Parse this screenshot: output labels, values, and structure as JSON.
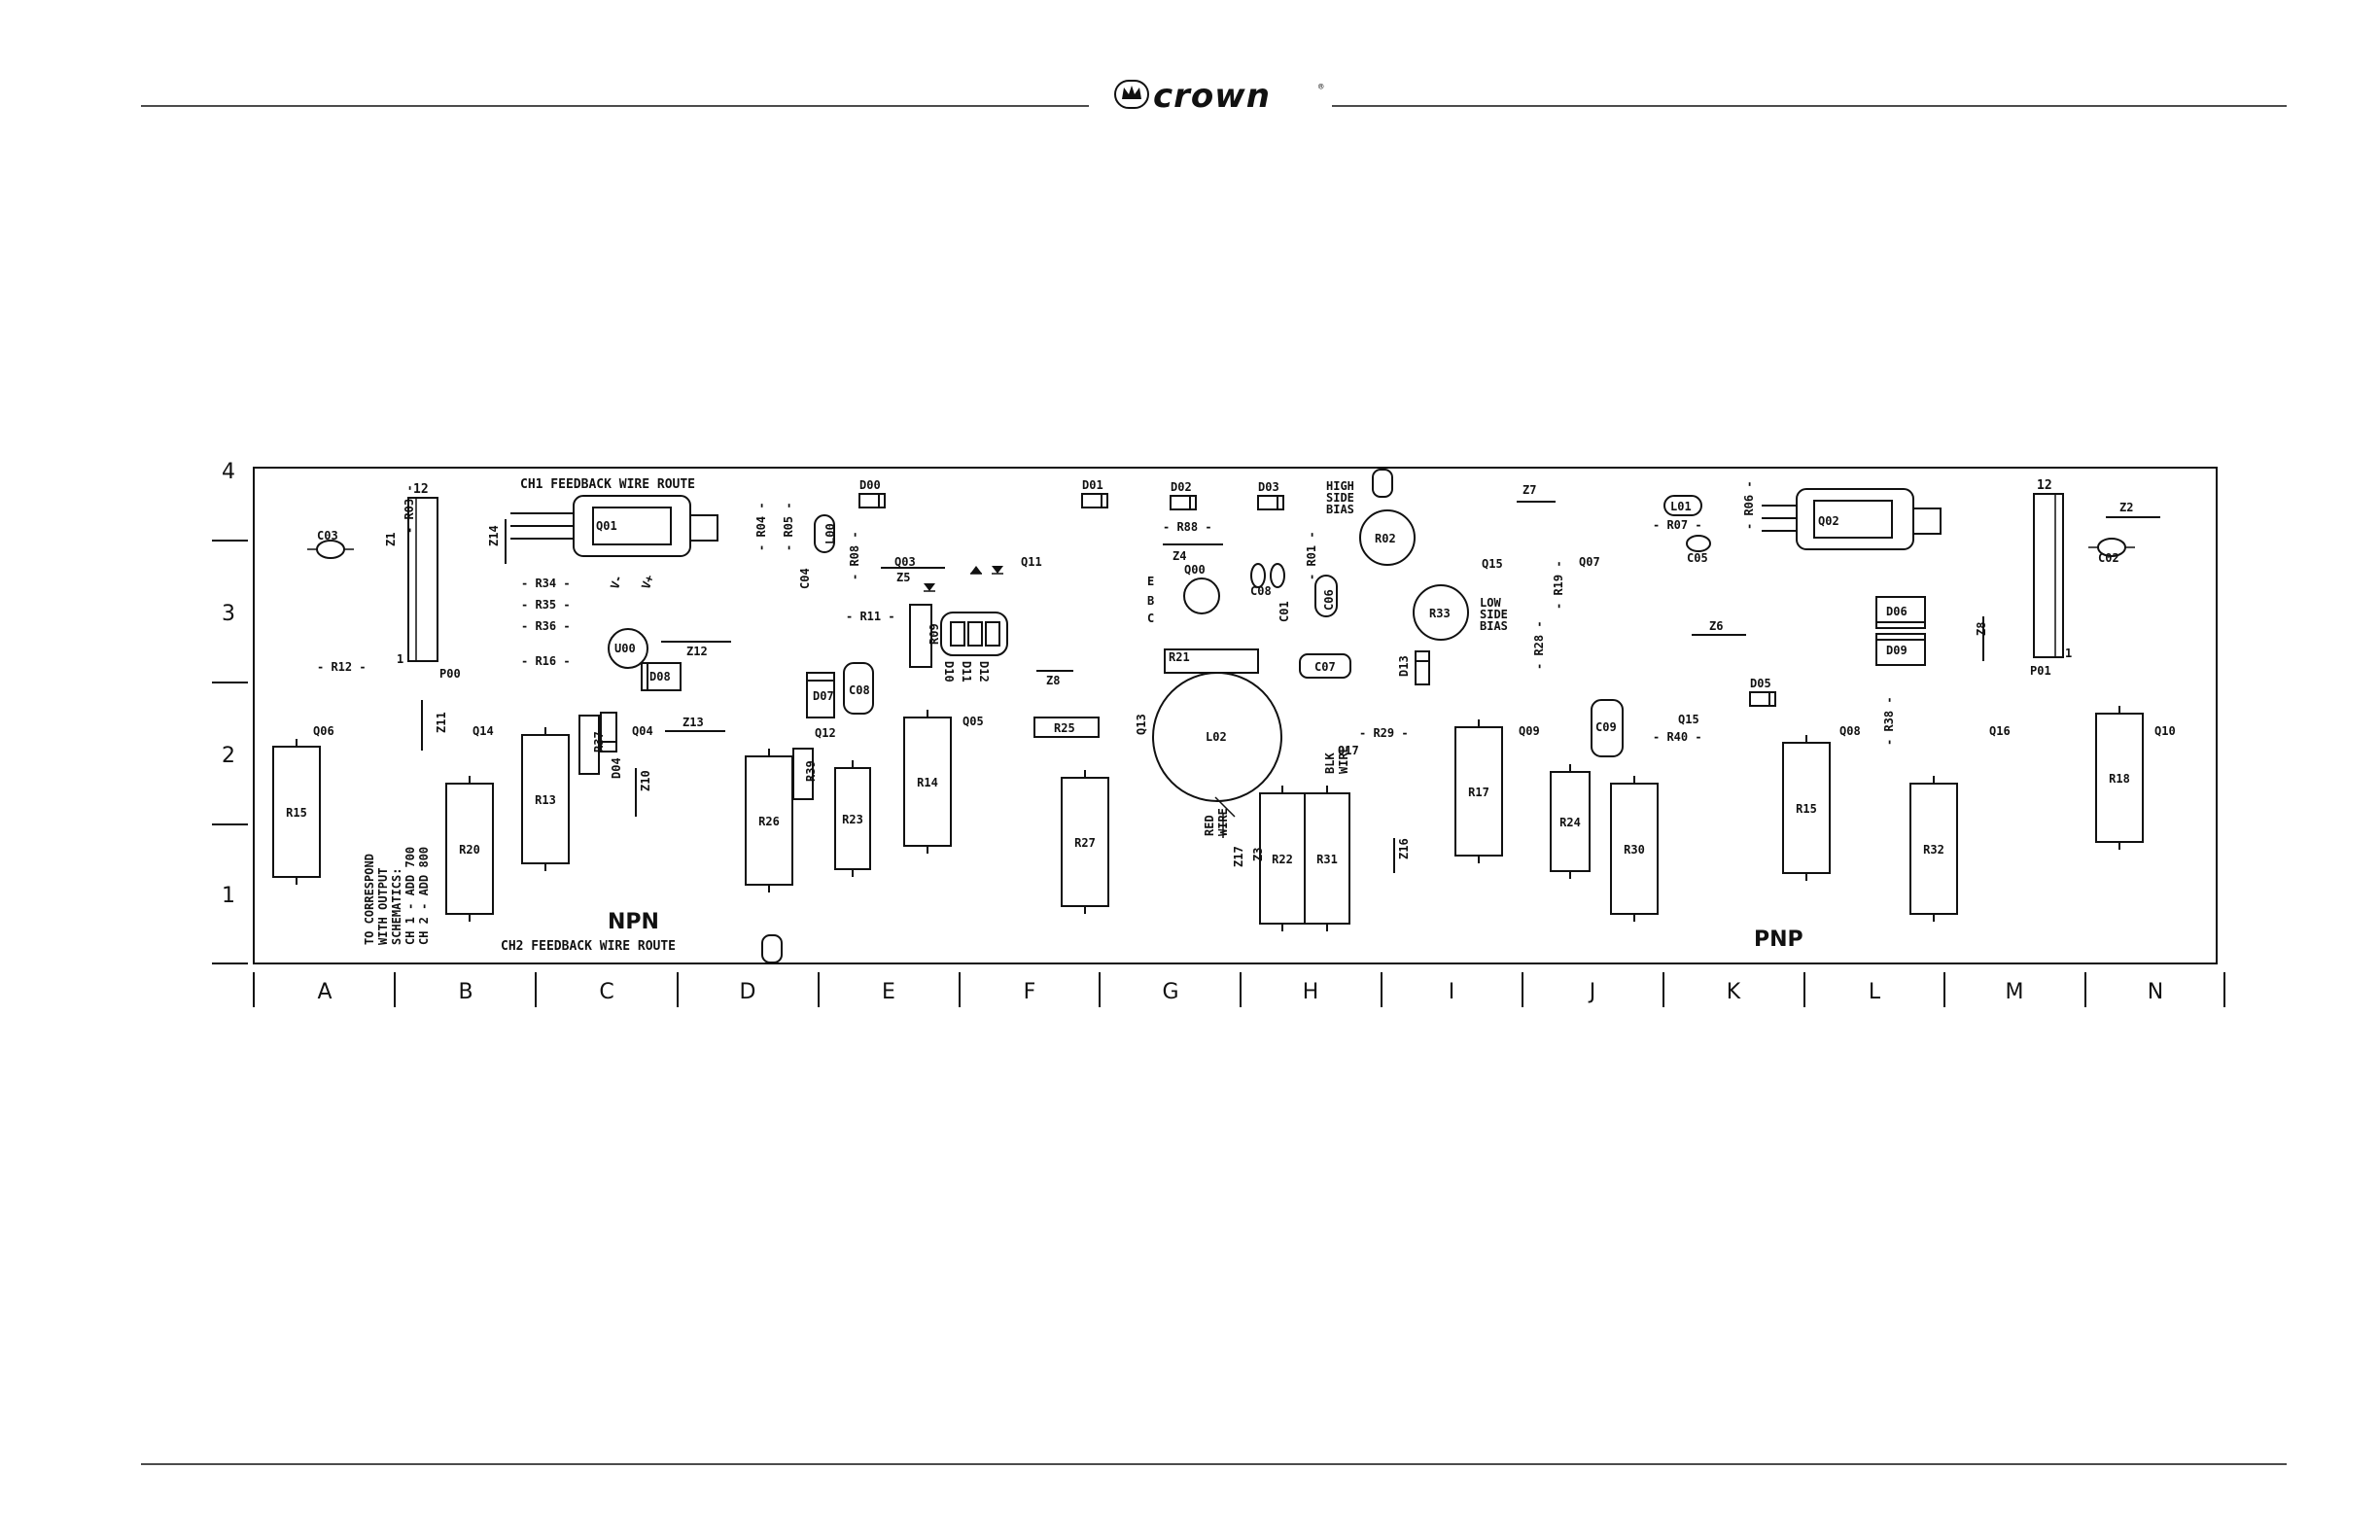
{
  "brand": {
    "name": "crown"
  },
  "labels": {
    "ch1_route": "CH1 FEEDBACK WIRE ROUTE",
    "ch2_route": "CH2 FEEDBACK WIRE ROUTE",
    "npn": "NPN",
    "pnp": "PNP",
    "high_side_1": "HIGH",
    "high_side_2": "SIDE",
    "high_side_3": "BIAS",
    "low_side_1": "LOW",
    "low_side_2": "SIDE",
    "low_side_3": "BIAS",
    "red_wire_1": "RED",
    "red_wire_2": "WIRE",
    "blk_wire_1": "BLK",
    "blk_wire_2": "WIRE",
    "note_1": "TO CORRESPOND",
    "note_2": "WITH OUTPUT",
    "note_3": "SCHEMATICS:",
    "note_4": "CH 1 - ADD 700",
    "note_5": "CH 2 - ADD 800",
    "vminus": "V-",
    "vplus": "V+",
    "pin12_left": "12",
    "pin1_left": "1",
    "pin12_right": "12",
    "pin1_right": "1",
    "ebc_e": "E",
    "ebc_b": "B",
    "ebc_c": "C"
  },
  "columns": [
    "A",
    "B",
    "C",
    "D",
    "E",
    "F",
    "G",
    "H",
    "I",
    "J",
    "K",
    "L",
    "M",
    "N"
  ],
  "rows": [
    "4",
    "3",
    "2",
    "1"
  ],
  "big_resistors": [
    {
      "id": "R15a",
      "label": "R15"
    },
    {
      "id": "R20",
      "label": "R20"
    },
    {
      "id": "R13",
      "label": "R13"
    },
    {
      "id": "R26",
      "label": "R26"
    },
    {
      "id": "R23",
      "label": "R23"
    },
    {
      "id": "R14",
      "label": "R14"
    },
    {
      "id": "R27",
      "label": "R27"
    },
    {
      "id": "R22",
      "label": "R22"
    },
    {
      "id": "R31",
      "label": "R31"
    },
    {
      "id": "R17",
      "label": "R17"
    },
    {
      "id": "R24",
      "label": "R24"
    },
    {
      "id": "R30",
      "label": "R30"
    },
    {
      "id": "R15b",
      "label": "R15"
    },
    {
      "id": "R32",
      "label": "R32"
    },
    {
      "id": "R18",
      "label": "R18"
    }
  ],
  "small_labels": {
    "c03": "C03",
    "c02": "C02",
    "c05": "C05",
    "c04": "C04",
    "c01": "C01",
    "c09": "C09",
    "c06": "C06",
    "c07": "C07",
    "c08": "C08",
    "c08b": "C08",
    "q06a": "Q06",
    "q14": "Q14",
    "q04": "Q04",
    "q12": "Q12",
    "q05": "Q05",
    "q13": "Q13",
    "q17": "Q17",
    "q09": "Q09",
    "q15": "Q15",
    "q08": "Q08",
    "q16": "Q16",
    "q10": "Q10",
    "q03": "Q03",
    "q11": "Q11",
    "q00": "Q00",
    "q07": "Q07",
    "q15b": "Q15",
    "q01": "Q01",
    "q02": "Q02",
    "z1": "Z1",
    "z2": "Z2",
    "z3": "Z3",
    "z4": "Z4",
    "z5": "Z5",
    "z6": "Z6",
    "z7": "Z7",
    "z8": "Z8",
    "z8b": "Z8",
    "z10": "Z10",
    "z11": "Z11",
    "z12": "Z12",
    "z13": "Z13",
    "z14": "Z14",
    "z16": "Z16",
    "z17": "Z17",
    "d00": "D00",
    "d01": "D01",
    "d02": "D02",
    "d03": "D03",
    "d04": "D04",
    "d05": "D05",
    "d06": "D06",
    "d07": "D07",
    "d08": "D08",
    "d09": "D09",
    "d10": "D10",
    "d11": "D11",
    "d12": "D12",
    "d13": "D13",
    "r03": "R03",
    "r04": "R04",
    "r05": "R05",
    "r06": "R06",
    "r07": "R07",
    "r08": "R08",
    "r09": "R09",
    "r11": "R11",
    "r12": "R12",
    "r16": "R16",
    "r19": "R19",
    "r21": "R21",
    "r25": "R25",
    "r28": "R28",
    "r29": "R29",
    "r33": "R33",
    "r34": "R34",
    "r35": "R35",
    "r36": "R36",
    "r37": "R37",
    "r38": "R38",
    "r39": "R39",
    "r40": "R40",
    "r01": "R01",
    "r02": "R02",
    "r88": "R88",
    "l00": "L00",
    "l01": "L01",
    "l02": "L02",
    "u00": "U00",
    "p00": "P00",
    "p01": "P01"
  }
}
